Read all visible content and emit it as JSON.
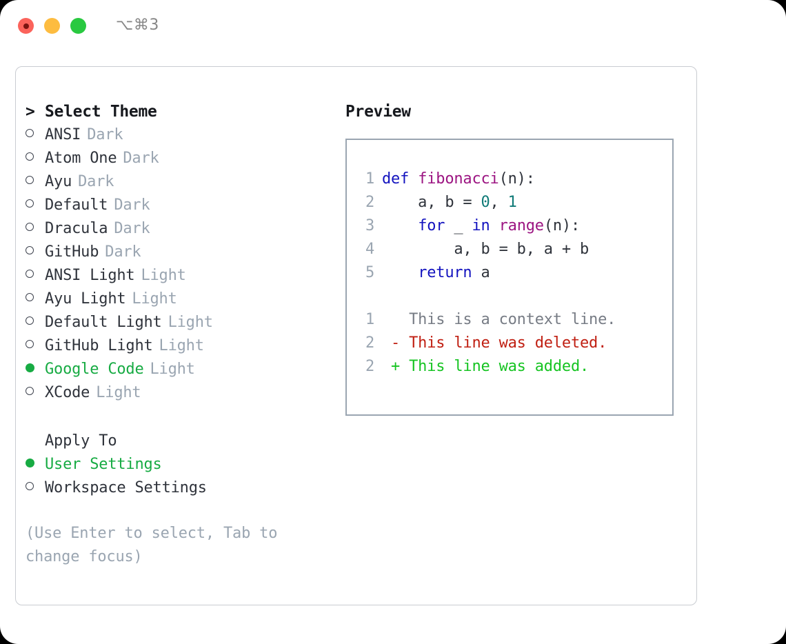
{
  "window": {
    "traffic_lights": [
      "close-red",
      "minimize-yellow",
      "maximize-green"
    ],
    "shortcut_badge": "⌥⌘3"
  },
  "theme_picker": {
    "caret": ">",
    "header": "Select Theme",
    "options": [
      {
        "marker": "hollow",
        "label": "ANSI",
        "tag": "Dark",
        "selected": false
      },
      {
        "marker": "hollow",
        "label": "Atom One",
        "tag": "Dark",
        "selected": false
      },
      {
        "marker": "hollow",
        "label": "Ayu",
        "tag": "Dark",
        "selected": false
      },
      {
        "marker": "hollow",
        "label": "Default",
        "tag": "Dark",
        "selected": false
      },
      {
        "marker": "hollow",
        "label": "Dracula",
        "tag": "Dark",
        "selected": false
      },
      {
        "marker": "hollow",
        "label": "GitHub",
        "tag": "Dark",
        "selected": false
      },
      {
        "marker": "hollow",
        "label": "ANSI Light",
        "tag": "Light",
        "selected": false
      },
      {
        "marker": "hollow",
        "label": "Ayu Light",
        "tag": "Light",
        "selected": false
      },
      {
        "marker": "hollow",
        "label": "Default Light",
        "tag": "Light",
        "selected": false
      },
      {
        "marker": "hollow",
        "label": "GitHub Light",
        "tag": "Light",
        "selected": false
      },
      {
        "marker": "filled",
        "label": "Google Code",
        "tag": "Light",
        "selected": true
      },
      {
        "marker": "hollow",
        "label": "XCode",
        "tag": "Light",
        "selected": false
      }
    ]
  },
  "apply_to": {
    "header": "Apply To",
    "options": [
      {
        "marker": "filled",
        "label": "User Settings",
        "selected": true
      },
      {
        "marker": "hollow",
        "label": "Workspace Settings",
        "selected": false
      }
    ]
  },
  "hint": "(Use Enter to select, Tab to change focus)",
  "preview": {
    "title": "Preview",
    "code_lines": [
      {
        "num": "1",
        "tokens": [
          {
            "t": "def",
            "c": "kw"
          },
          {
            "t": " ",
            "c": "plain"
          },
          {
            "t": "fibonacci",
            "c": "fn"
          },
          {
            "t": "(n):",
            "c": "punct"
          }
        ]
      },
      {
        "num": "2",
        "tokens": [
          {
            "t": "    a, b = ",
            "c": "plain"
          },
          {
            "t": "0",
            "c": "num"
          },
          {
            "t": ", ",
            "c": "plain"
          },
          {
            "t": "1",
            "c": "num"
          }
        ]
      },
      {
        "num": "3",
        "tokens": [
          {
            "t": "    ",
            "c": "plain"
          },
          {
            "t": "for",
            "c": "kw"
          },
          {
            "t": " _ ",
            "c": "plain"
          },
          {
            "t": "in",
            "c": "kw"
          },
          {
            "t": " ",
            "c": "plain"
          },
          {
            "t": "range",
            "c": "fn"
          },
          {
            "t": "(n):",
            "c": "punct"
          }
        ]
      },
      {
        "num": "4",
        "tokens": [
          {
            "t": "        a, b = b, a + b",
            "c": "plain"
          }
        ]
      },
      {
        "num": "5",
        "tokens": [
          {
            "t": "    ",
            "c": "plain"
          },
          {
            "t": "return",
            "c": "kw"
          },
          {
            "t": " a",
            "c": "plain"
          }
        ]
      }
    ],
    "diff_lines": [
      {
        "num": "1",
        "sign": " ",
        "text": "This is a context line.",
        "kind": "ctx"
      },
      {
        "num": "2",
        "sign": "-",
        "text": "This line was deleted.",
        "kind": "del"
      },
      {
        "num": "2",
        "sign": "+",
        "text": "This line was added.",
        "kind": "add"
      }
    ]
  },
  "colors": {
    "accent_green": "#17ab43",
    "muted": "#9aa5b1",
    "keyword": "#1313bf",
    "function": "#9c1582",
    "number": "#0f7a77",
    "diff_add": "#16c422",
    "diff_del": "#c01f12",
    "border": "#9aa5b1"
  }
}
